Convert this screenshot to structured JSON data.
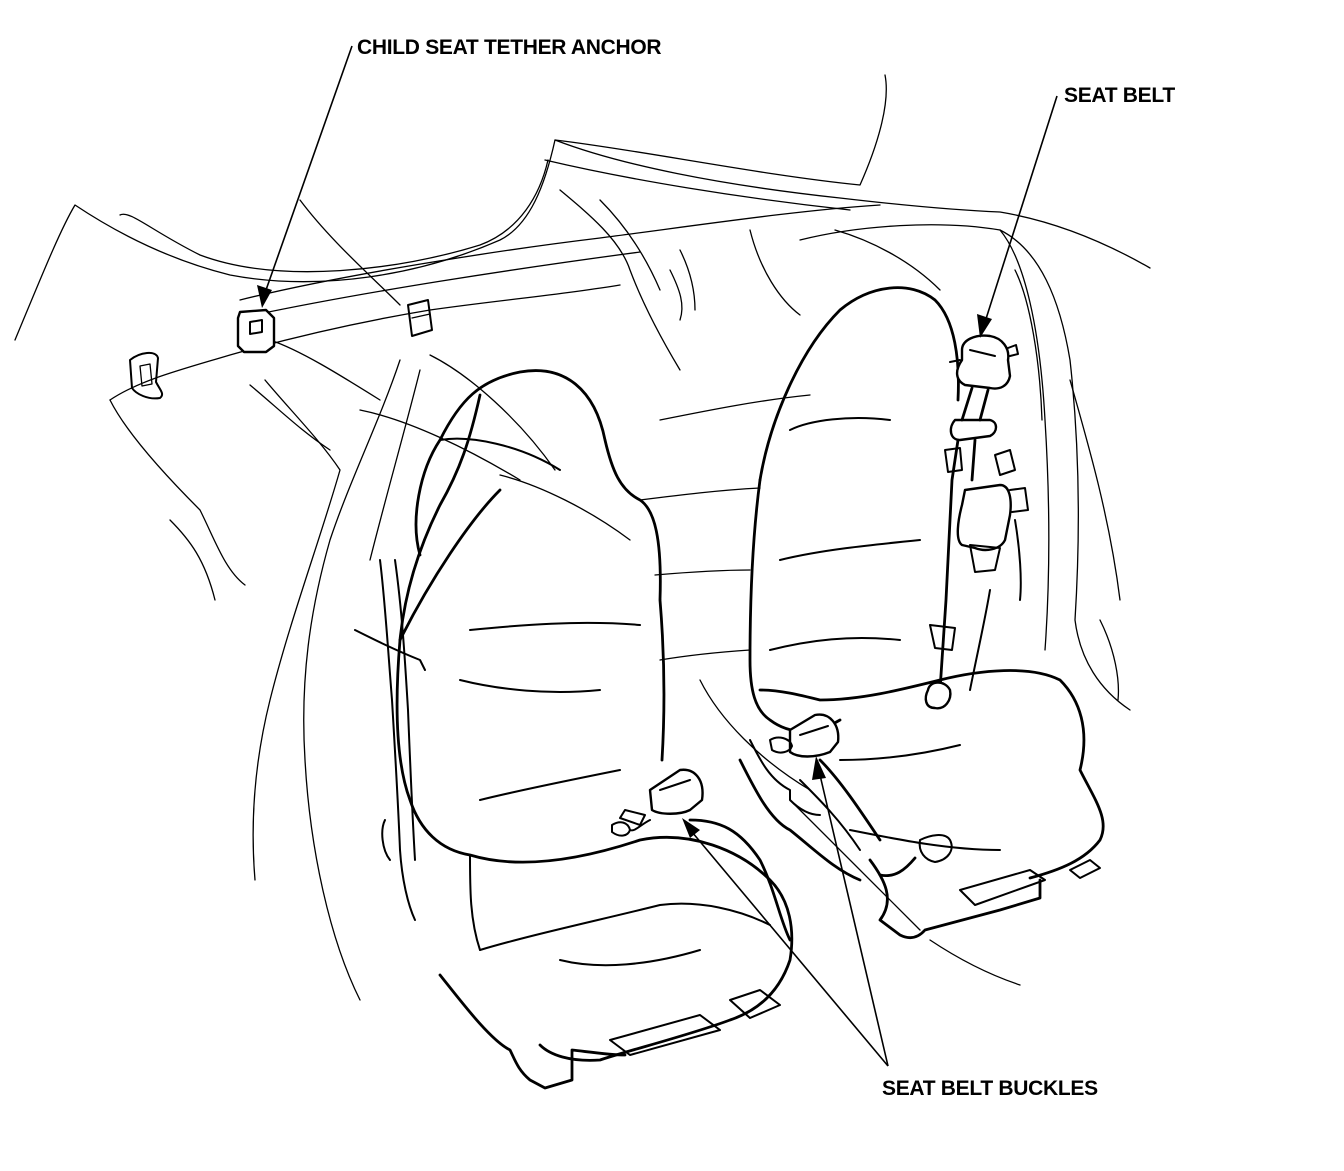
{
  "labels": {
    "tether_anchor": "CHILD SEAT TETHER ANCHOR",
    "seat_belt": "SEAT BELT",
    "seat_belt_buckles": "SEAT BELT BUCKLES"
  },
  "colors": {
    "ink": "#000000",
    "paper": "#ffffff"
  }
}
